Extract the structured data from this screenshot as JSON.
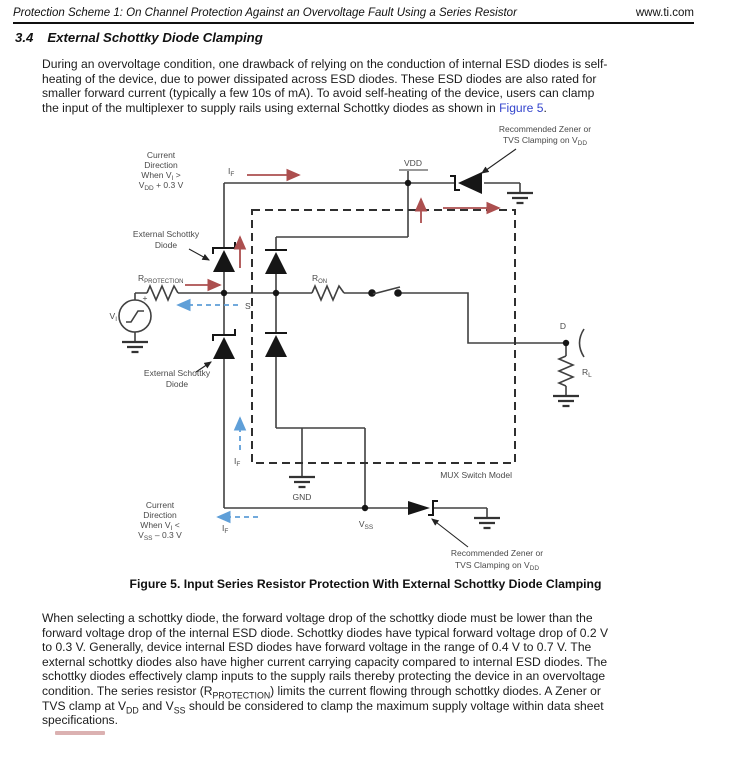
{
  "header": {
    "title": "Protection Scheme 1: On Channel Protection Against an Overvoltage Fault Using a Series Resistor",
    "site": "www.ti.com"
  },
  "section": {
    "number": "3.4",
    "title": "External Schottky Diode Clamping"
  },
  "para1": {
    "l1": "During an overvoltage condition, one drawback of relying on the conduction of internal ESD diodes is self-",
    "l2": "heating of the device, due to power dissipated across ESD diodes. These ESD diodes are also rated for",
    "l3": "smaller forward current (typically a few 10s of mA). To avoid self-heating of the device, users can clamp",
    "l4a": "the input of the multiplexer to supply rails using external Schottky diodes as shown in ",
    "l4link": "Figure 5",
    "l4b": "."
  },
  "figure": {
    "caption": "Figure 5. Input Series Resistor Protection With External Schottky Diode Clamping"
  },
  "diagram": {
    "note_top_l1": "Recommended Zener or",
    "note_top_l2": "TVS Clamping on V",
    "note_top_l2_sub": "DD",
    "note_bot_l1": "Recommended Zener or",
    "note_bot_l2": "TVS Clamping on V",
    "note_bot_l2_sub": "DD",
    "vdd": "VDD",
    "gnd": "GND",
    "vss": "V",
    "vss_sub": "SS",
    "s": "S",
    "d": "D",
    "plus": "+",
    "vi": "V",
    "vi_sub": "I",
    "if": "I",
    "if_sub": "F",
    "r_protection": "R",
    "r_protection_sub": "PROTECTION",
    "r_on": "R",
    "r_on_sub": "ON",
    "r_l": "R",
    "r_l_sub": "L",
    "mux_model": "MUX Switch Model",
    "ext_schottky_l1": "External Schottky",
    "ext_schottky_l2": "Diode",
    "cur_top_l1": "Current",
    "cur_top_l2": "Direction",
    "cur_top_l3": "When V",
    "cur_top_l3_sub": "I",
    "cur_top_l3_end": " >",
    "cur_top_l4": "V",
    "cur_top_l4_sub": "DD",
    "cur_top_l4_end": " + 0.3 V",
    "cur_bot_l1": "Current",
    "cur_bot_l2": "Direction",
    "cur_bot_l3": "When V",
    "cur_bot_l3_sub": "I",
    "cur_bot_l3_end": " <",
    "cur_bot_l4": "V",
    "cur_bot_l4_sub": "SS",
    "cur_bot_l4_end": " – 0.3 V"
  },
  "para2": {
    "l1": "When selecting a schottky diode, the forward voltage drop of the schottky diode must be lower than the",
    "l2": "forward voltage drop of the internal ESD diode. Schottky diodes have typical forward voltage drop of 0.2 V",
    "l3": "to 0.3 V. Generally, device internal ESD diodes have forward voltage in the range of 0.4 V to 0.7 V. The",
    "l4": "external schottky diodes also have higher current carrying capacity compared to internal ESD diodes. The",
    "l5": "schottky diodes effectively clamp inputs to the supply rails thereby protecting the device in an overvoltage",
    "l6a": "condition. The series resistor (R",
    "l6sub": "PROTECTION",
    "l6b": ") limits the current flowing through schottky diodes. A Zener or",
    "l7a": "TVS clamp at V",
    "l7sub1": "DD",
    "l7b": " and V",
    "l7sub2": "SS",
    "l7c": " should be considered to clamp the maximum supply voltage within data sheet",
    "l8": "specifications."
  },
  "colors": {
    "arrow_red": "#AC4F4F",
    "arrow_blue": "#5F9FD8",
    "link_blue": "#3344CC",
    "wire": "#404040"
  }
}
